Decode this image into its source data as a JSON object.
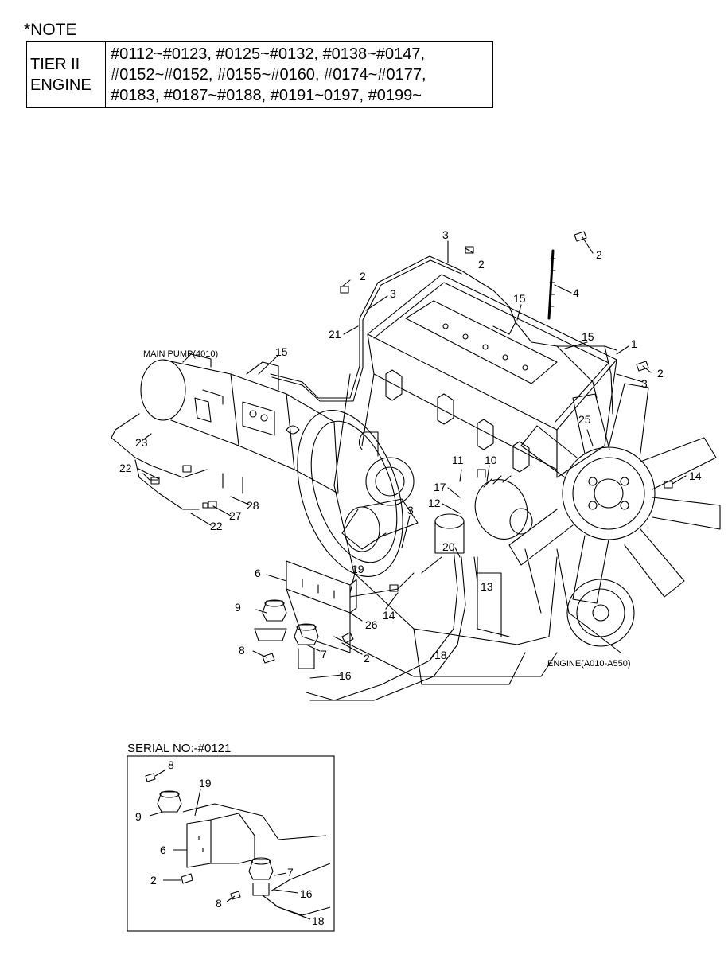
{
  "note": {
    "title": "*NOTE",
    "row_label_1": "TIER II",
    "row_label_2": "ENGINE",
    "serials": [
      "#0112~#0123, #0125~#0132, #0138~#0147,",
      "#0152~#0152, #0155~#0160, #0174~#0177,",
      "#0183, #0187~#0188, #0191~0197, #0199~"
    ]
  },
  "captions": {
    "main_pump": "MAIN PUMP(4010)",
    "engine": "ENGINE(A010-A550)",
    "serial_inset": "SERIAL NO:-#0121"
  },
  "callouts": {
    "c1": "1",
    "c2": "2",
    "c3": "3",
    "c4": "4",
    "c6": "6",
    "c7": "7",
    "c8": "8",
    "c9": "9",
    "c10": "10",
    "c11": "11",
    "c12": "12",
    "c13": "13",
    "c14": "14",
    "c15": "15",
    "c16": "16",
    "c17": "17",
    "c18": "18",
    "c19": "19",
    "c20": "20",
    "c21": "21",
    "c22": "22",
    "c23": "23",
    "c25": "25",
    "c26": "26",
    "c27": "27",
    "c28": "28"
  }
}
